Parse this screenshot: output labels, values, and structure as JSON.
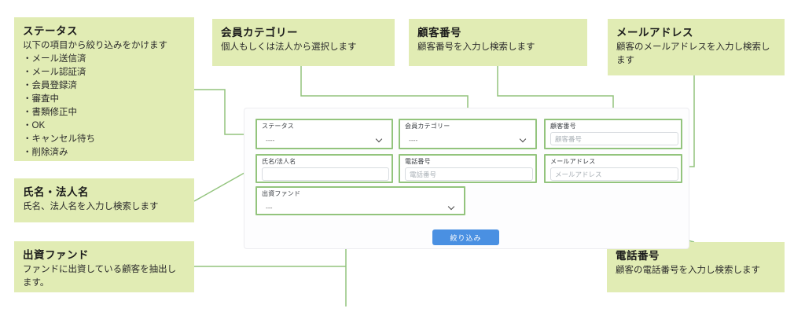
{
  "colors": {
    "callout_bg": "#e1ecb4",
    "annotation_green": "#93c47d",
    "button_blue": "#4a90e2",
    "card_border": "#ececf0",
    "input_border": "#d8dce0",
    "placeholder_gray": "#aab1b7"
  },
  "callouts": {
    "status": {
      "title": "ステータス",
      "lines": [
        "以下の項目から絞り込みをかけます",
        "・メール送信済",
        "・メール認証済",
        "・会員登録済",
        "・審査中",
        "・書類修正中",
        "・OK",
        "・キャンセル待ち",
        "・削除済み"
      ]
    },
    "member_category": {
      "title": "会員カテゴリー",
      "lines": [
        "個人もしくは法人から選択します"
      ]
    },
    "customer_number": {
      "title": "顧客番号",
      "lines": [
        "顧客番号を入力し検索します"
      ]
    },
    "email": {
      "title": "メールアドレス",
      "lines": [
        "顧客のメールアドレスを入力し検索します"
      ]
    },
    "name": {
      "title": "氏名・法人名",
      "lines": [
        "氏名、法人名を入力し検索します"
      ]
    },
    "fund": {
      "title": "出資ファンド",
      "lines": [
        "ファンドに出資している顧客を抽出します。"
      ]
    },
    "phone": {
      "title": "電話番号",
      "lines": [
        "顧客の電話番号を入力し検索します"
      ]
    }
  },
  "form": {
    "fields": {
      "status": {
        "label": "ステータス",
        "type": "select",
        "value": "----"
      },
      "member_category": {
        "label": "会員カテゴリー",
        "type": "select",
        "value": "----"
      },
      "customer_number": {
        "label": "顧客番号",
        "type": "input",
        "value": "",
        "placeholder": "顧客番号"
      },
      "name": {
        "label": "氏名/法人名",
        "type": "input",
        "value": "",
        "placeholder": ""
      },
      "phone": {
        "label": "電話番号",
        "type": "input",
        "value": "",
        "placeholder": "電話番号"
      },
      "email": {
        "label": "メールアドレス",
        "type": "input",
        "value": "",
        "placeholder": "メールアドレス"
      },
      "fund": {
        "label": "出資ファンド",
        "type": "select",
        "value": "---"
      }
    },
    "submit_label": "絞り込み"
  }
}
